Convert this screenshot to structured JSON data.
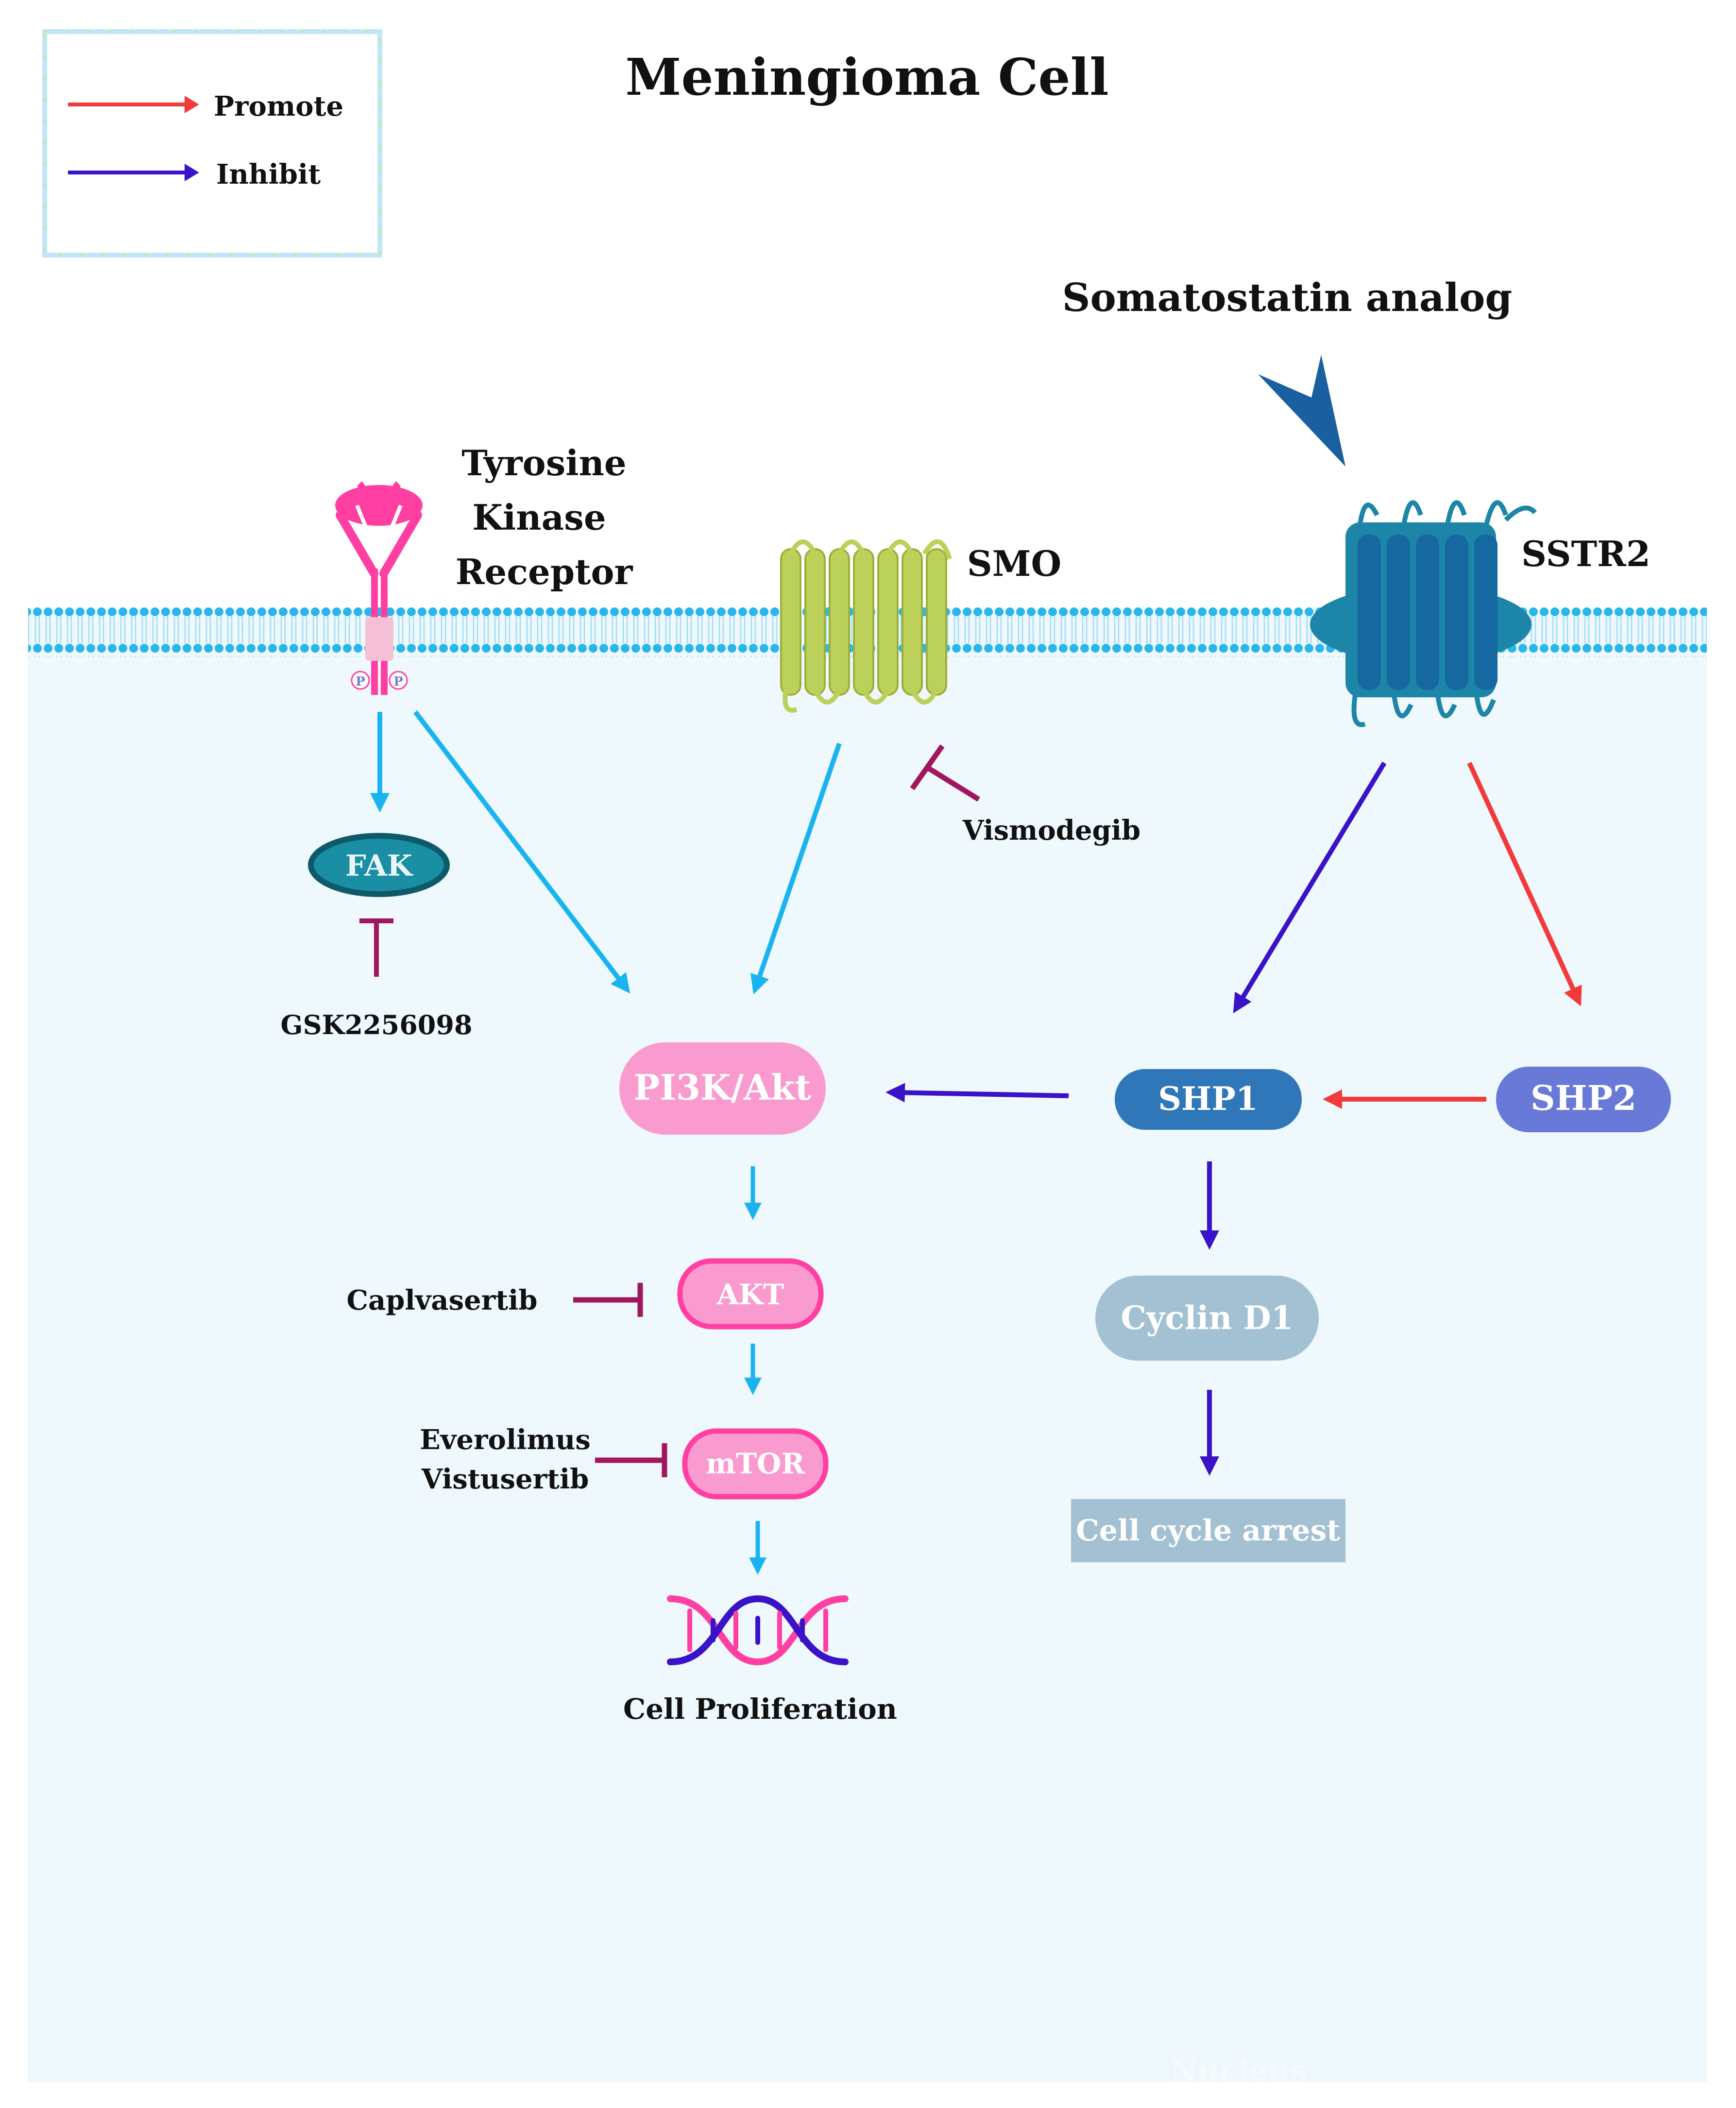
{
  "title": "Meningioma Cell",
  "legend": {
    "promote_label": "Promote",
    "inhibit_label": "Inhibit"
  },
  "receptors": {
    "tyrosine_kinase_line1": "Tyrosine",
    "tyrosine_kinase_line2": "Kinase",
    "tyrosine_kinase_line3": "Receptor",
    "smo": "SMO",
    "sstr2": "SSTR2",
    "somatostatin_analog": "Somatostatin analog",
    "phospho_label": "P"
  },
  "nodes": {
    "fak": "FAK",
    "pi3k_akt": "PI3K/Akt",
    "akt": "AKT",
    "mtor": "mTOR",
    "shp1": "SHP1",
    "shp2": "SHP2",
    "cyclin_d1": "Cyclin D1",
    "cell_cycle_arrest": "Cell cycle arrest",
    "cell_proliferation": "Cell Proliferation",
    "nucleus": "Nucleus"
  },
  "drugs": {
    "gsk": "GSK2256098",
    "vismodegib": "Vismodegib",
    "capivasertib": "Caplvasertib",
    "everolimus": "Everolimus",
    "vistusertib": "Vistusertib"
  },
  "colors": {
    "promote": "#f23a3a",
    "inhibit": "#3a12c8",
    "signal": "#19b4f0",
    "drug_block": "#a0175e",
    "cell_background": "#eef8fd",
    "membrane": "#29b6ec",
    "tk_receptor": "#ff3fa2",
    "smo": "#bcd15a",
    "sstr2": "#1d86a8",
    "fak": "#1a8ea3",
    "pink_node": "#fa9bd0",
    "shp1": "#2f77b8",
    "shp2": "#6879d8",
    "cyclin_d1": "#a3c1d2"
  }
}
